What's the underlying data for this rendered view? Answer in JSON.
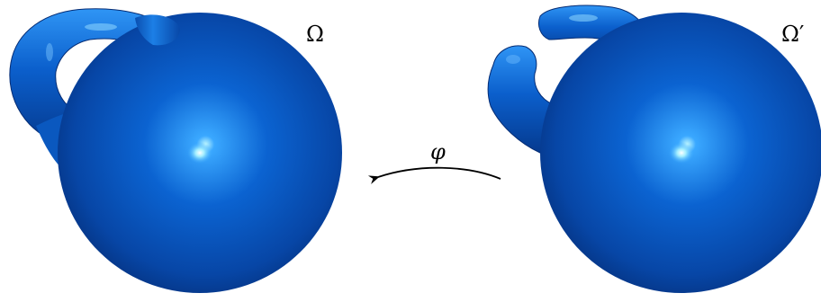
{
  "left_shape": {
    "label": "Ω",
    "description_visible": false
  },
  "right_shape": {
    "label": "Ω′"
  },
  "mapping": {
    "label": "φ",
    "direction": "right-to-left"
  },
  "colors": {
    "surface_dark": "#052a6e",
    "surface_mid": "#0a5bc4",
    "surface_light": "#1e86f0",
    "highlight": "#9ff2ff",
    "arrow": "#000000",
    "background": "#ffffff"
  }
}
